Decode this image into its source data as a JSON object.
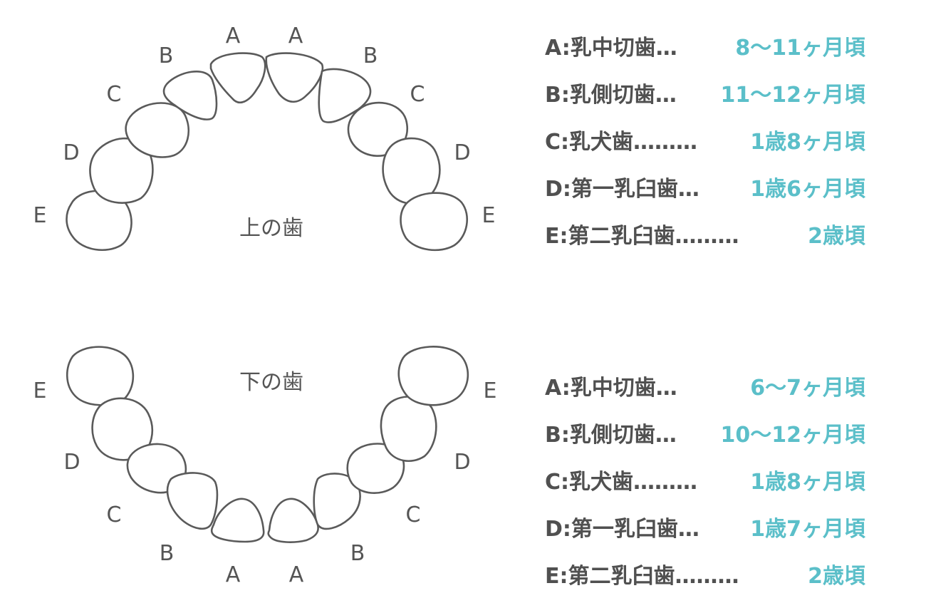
{
  "upper_jaw": {
    "title": "上の歯",
    "tooth_labels": {
      "left": [
        "E",
        "D",
        "C",
        "B",
        "A"
      ],
      "right": [
        "A",
        "B",
        "C",
        "D",
        "E"
      ]
    },
    "eruption": [
      {
        "name": "A:乳中切歯…",
        "age": "8〜11ヶ月頃"
      },
      {
        "name": "B:乳側切歯…",
        "age": "11〜12ヶ月頃"
      },
      {
        "name": "C:乳犬歯………",
        "age": "1歳8ヶ月頃"
      },
      {
        "name": "D:第一乳臼歯…",
        "age": "1歳6ヶ月頃"
      },
      {
        "name": "E:第二乳臼歯………",
        "age": "2歳頃"
      }
    ]
  },
  "lower_jaw": {
    "title": "下の歯",
    "tooth_labels": {
      "left": [
        "E",
        "D",
        "C",
        "B",
        "A"
      ],
      "right": [
        "A",
        "B",
        "C",
        "D",
        "E"
      ]
    },
    "eruption": [
      {
        "name": "A:乳中切歯…",
        "age": "6〜7ヶ月頃"
      },
      {
        "name": "B:乳側切歯…",
        "age": "10〜12ヶ月頃"
      },
      {
        "name": "C:乳犬歯………",
        "age": "1歳8ヶ月頃"
      },
      {
        "name": "D:第一乳臼歯…",
        "age": "1歳7ヶ月頃"
      },
      {
        "name": "E:第二乳臼歯………",
        "age": "2歳頃"
      }
    ]
  },
  "colors": {
    "outline": "#5a5a5a",
    "text": "#505050",
    "accent": "#5bbfc9"
  }
}
